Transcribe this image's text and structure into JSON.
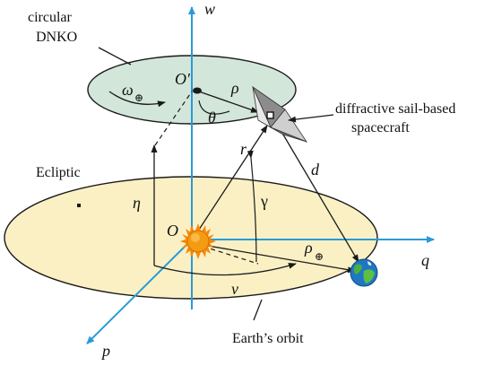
{
  "labels": {
    "circular_line1": "circular",
    "circular_line2": "DNKO",
    "ecliptic": "Ecliptic",
    "sail_line1": "diffractive sail-based",
    "sail_line2": "spacecraft",
    "earth_orbit": "Earth’s orbit"
  },
  "symbols": {
    "w": "w",
    "q": "q",
    "p": "p",
    "O": "O",
    "O_prime": "O′",
    "omega": "ω",
    "omega_sub": "⊕",
    "rho_top": "ρ",
    "theta": "θ",
    "r": "r",
    "d": "d",
    "eta": "η",
    "gamma": "γ",
    "rho_earth": "ρ",
    "rho_earth_sub": "⊕",
    "nu": "ν"
  },
  "colors": {
    "axis_blue": "#2a9ad8",
    "dnko_fill": "#d2e6da",
    "ecliptic_fill": "#faf0c4",
    "sun_fill": "#f58a0a",
    "sun_core": "#f39b12",
    "ink": "#1a1a1a"
  },
  "icons": {
    "sun": "sun-icon",
    "earth": "earth-icon",
    "spacecraft": "sail-spacecraft-icon"
  }
}
